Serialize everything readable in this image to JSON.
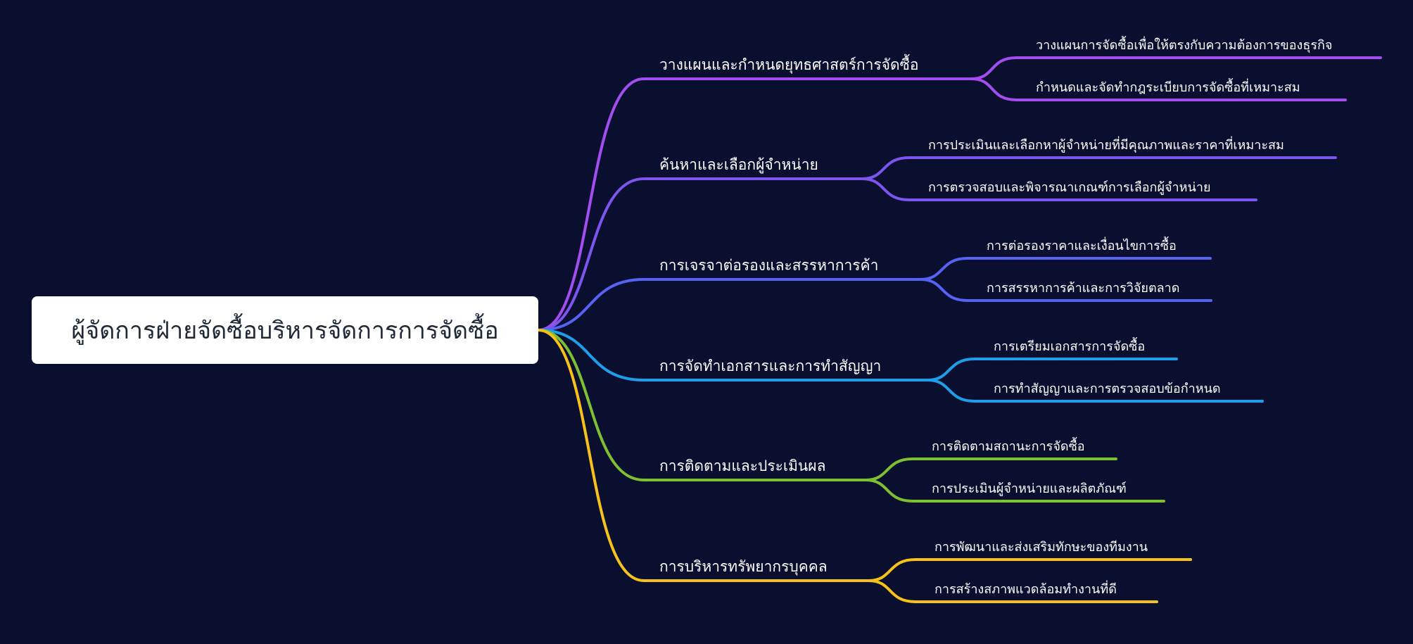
{
  "root": {
    "label": "ผู้จัดการฝ่ายจัดซื้อบริหารจัดการการจัดซื้อ"
  },
  "colors": {
    "background": "#0a0e2f",
    "branches": [
      "#a24df0",
      "#7b55ee",
      "#5562f2",
      "#1e9de8",
      "#7dc032",
      "#f6c21a"
    ]
  },
  "branches": [
    {
      "label": "วางแผนและกำหนดยุทธศาสตร์การจัดซื้อ",
      "children": [
        {
          "label": "วางแผนการจัดซื้อเพื่อให้ตรงกับความต้องการของธุรกิจ"
        },
        {
          "label": "กำหนดและจัดทำกฎระเบียบการจัดซื้อที่เหมาะสม"
        }
      ]
    },
    {
      "label": "ค้นหาและเลือกผู้จำหน่าย",
      "children": [
        {
          "label": "การประเมินและเลือกหาผู้จำหน่ายที่มีคุณภาพและราคาที่เหมาะสม"
        },
        {
          "label": "การตรวจสอบและพิจารณาเกณฑ์การเลือกผู้จำหน่าย"
        }
      ]
    },
    {
      "label": "การเจรจาต่อรองและสรรหาการค้า",
      "children": [
        {
          "label": "การต่อรองราคาและเงื่อนไขการซื้อ"
        },
        {
          "label": "การสรรหาการค้าและการวิจัยตลาด"
        }
      ]
    },
    {
      "label": "การจัดทำเอกสารและการทำสัญญา",
      "children": [
        {
          "label": "การเตรียมเอกสารการจัดซื้อ"
        },
        {
          "label": "การทำสัญญาและการตรวจสอบข้อกำหนด"
        }
      ]
    },
    {
      "label": "การติดตามและประเมินผล",
      "children": [
        {
          "label": "การติดตามสถานะการจัดซื้อ"
        },
        {
          "label": "การประเมินผู้จำหน่ายและผลิตภัณฑ์"
        }
      ]
    },
    {
      "label": "การบริหารทรัพยากรบุคคล",
      "children": [
        {
          "label": "การพัฒนาและส่งเสริมทักษะของทีมงาน"
        },
        {
          "label": "การสร้างสภาพแวดล้อมทำงานที่ดี"
        }
      ]
    }
  ]
}
